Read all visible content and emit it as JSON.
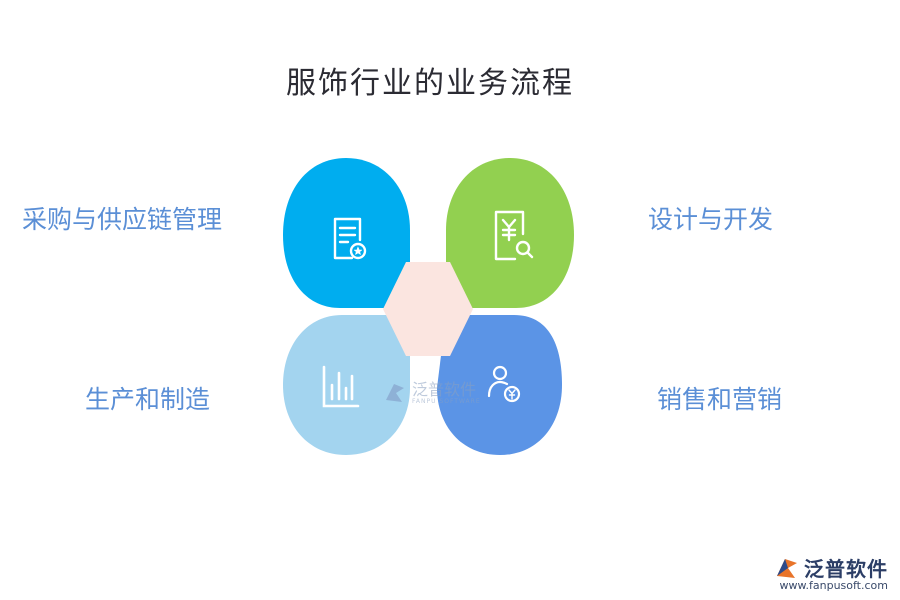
{
  "title": "服饰行业的业务流程",
  "steps": [
    {
      "label": "采购与供应链管理",
      "color": "#00adef",
      "icon": "document-star-icon"
    },
    {
      "label": "设计与开发",
      "color": "#92d050",
      "icon": "yen-receipt-search-icon"
    },
    {
      "label": "生产和制造",
      "color": "#a3d4ef",
      "icon": "bar-chart-icon"
    },
    {
      "label": "销售和营销",
      "color": "#5b94e6",
      "icon": "user-yen-icon"
    }
  ],
  "center_color": "#fbe5e0",
  "watermark": {
    "text": "泛普软件",
    "sub": "FANPU SOFTWARE"
  },
  "logo": {
    "name": "泛普软件",
    "url": "www.fanpusoft.com"
  }
}
